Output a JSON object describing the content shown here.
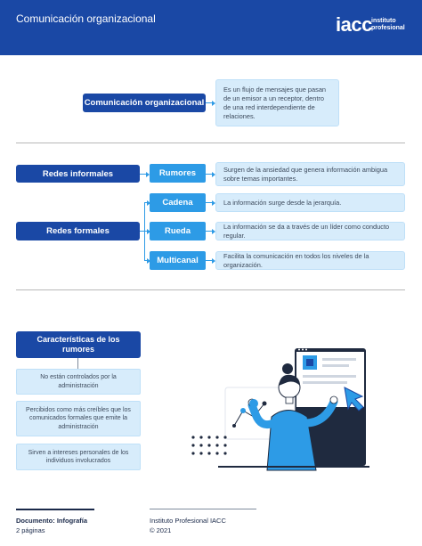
{
  "header": {
    "title": "Comunicación organizacional",
    "logo_main": "iacc",
    "logo_line1": "instituto",
    "logo_line2": "profesional"
  },
  "section1": {
    "box": "Comunicación organizacional",
    "description": "Es un flujo de mensajes que pasan de un emisor a un receptor, dentro de una red interdependiente de relaciones."
  },
  "section2": {
    "informales_label": "Redes informales",
    "formales_label": "Redes formales",
    "rows": [
      {
        "label": "Rumores",
        "description": "Surgen de la ansiedad que genera información ambigua sobre temas importantes."
      },
      {
        "label": "Cadena",
        "description": "La información surge desde la jerarquía."
      },
      {
        "label": "Rueda",
        "description": "La información se da a través de un líder como conducto regular."
      },
      {
        "label": "Multicanal",
        "description": "Facilita la comunicación en todos los niveles de la organización."
      }
    ]
  },
  "section3": {
    "title": "Características de los rumores",
    "items": [
      "No están controlados por la administración",
      "Percibidos como más creíbles que los comunicados formales que emite la administración",
      "Sirven a intereses personales de los individuos involucrados"
    ]
  },
  "footer": {
    "doc_label": "Documento: Infografía",
    "pages": "2 páginas",
    "org": "Instituto Profesional IACC",
    "copyright": "© 2021"
  },
  "colors": {
    "navy": "#1a48a5",
    "mid_blue": "#2d9be6",
    "light_blue": "#d7ecfb"
  }
}
